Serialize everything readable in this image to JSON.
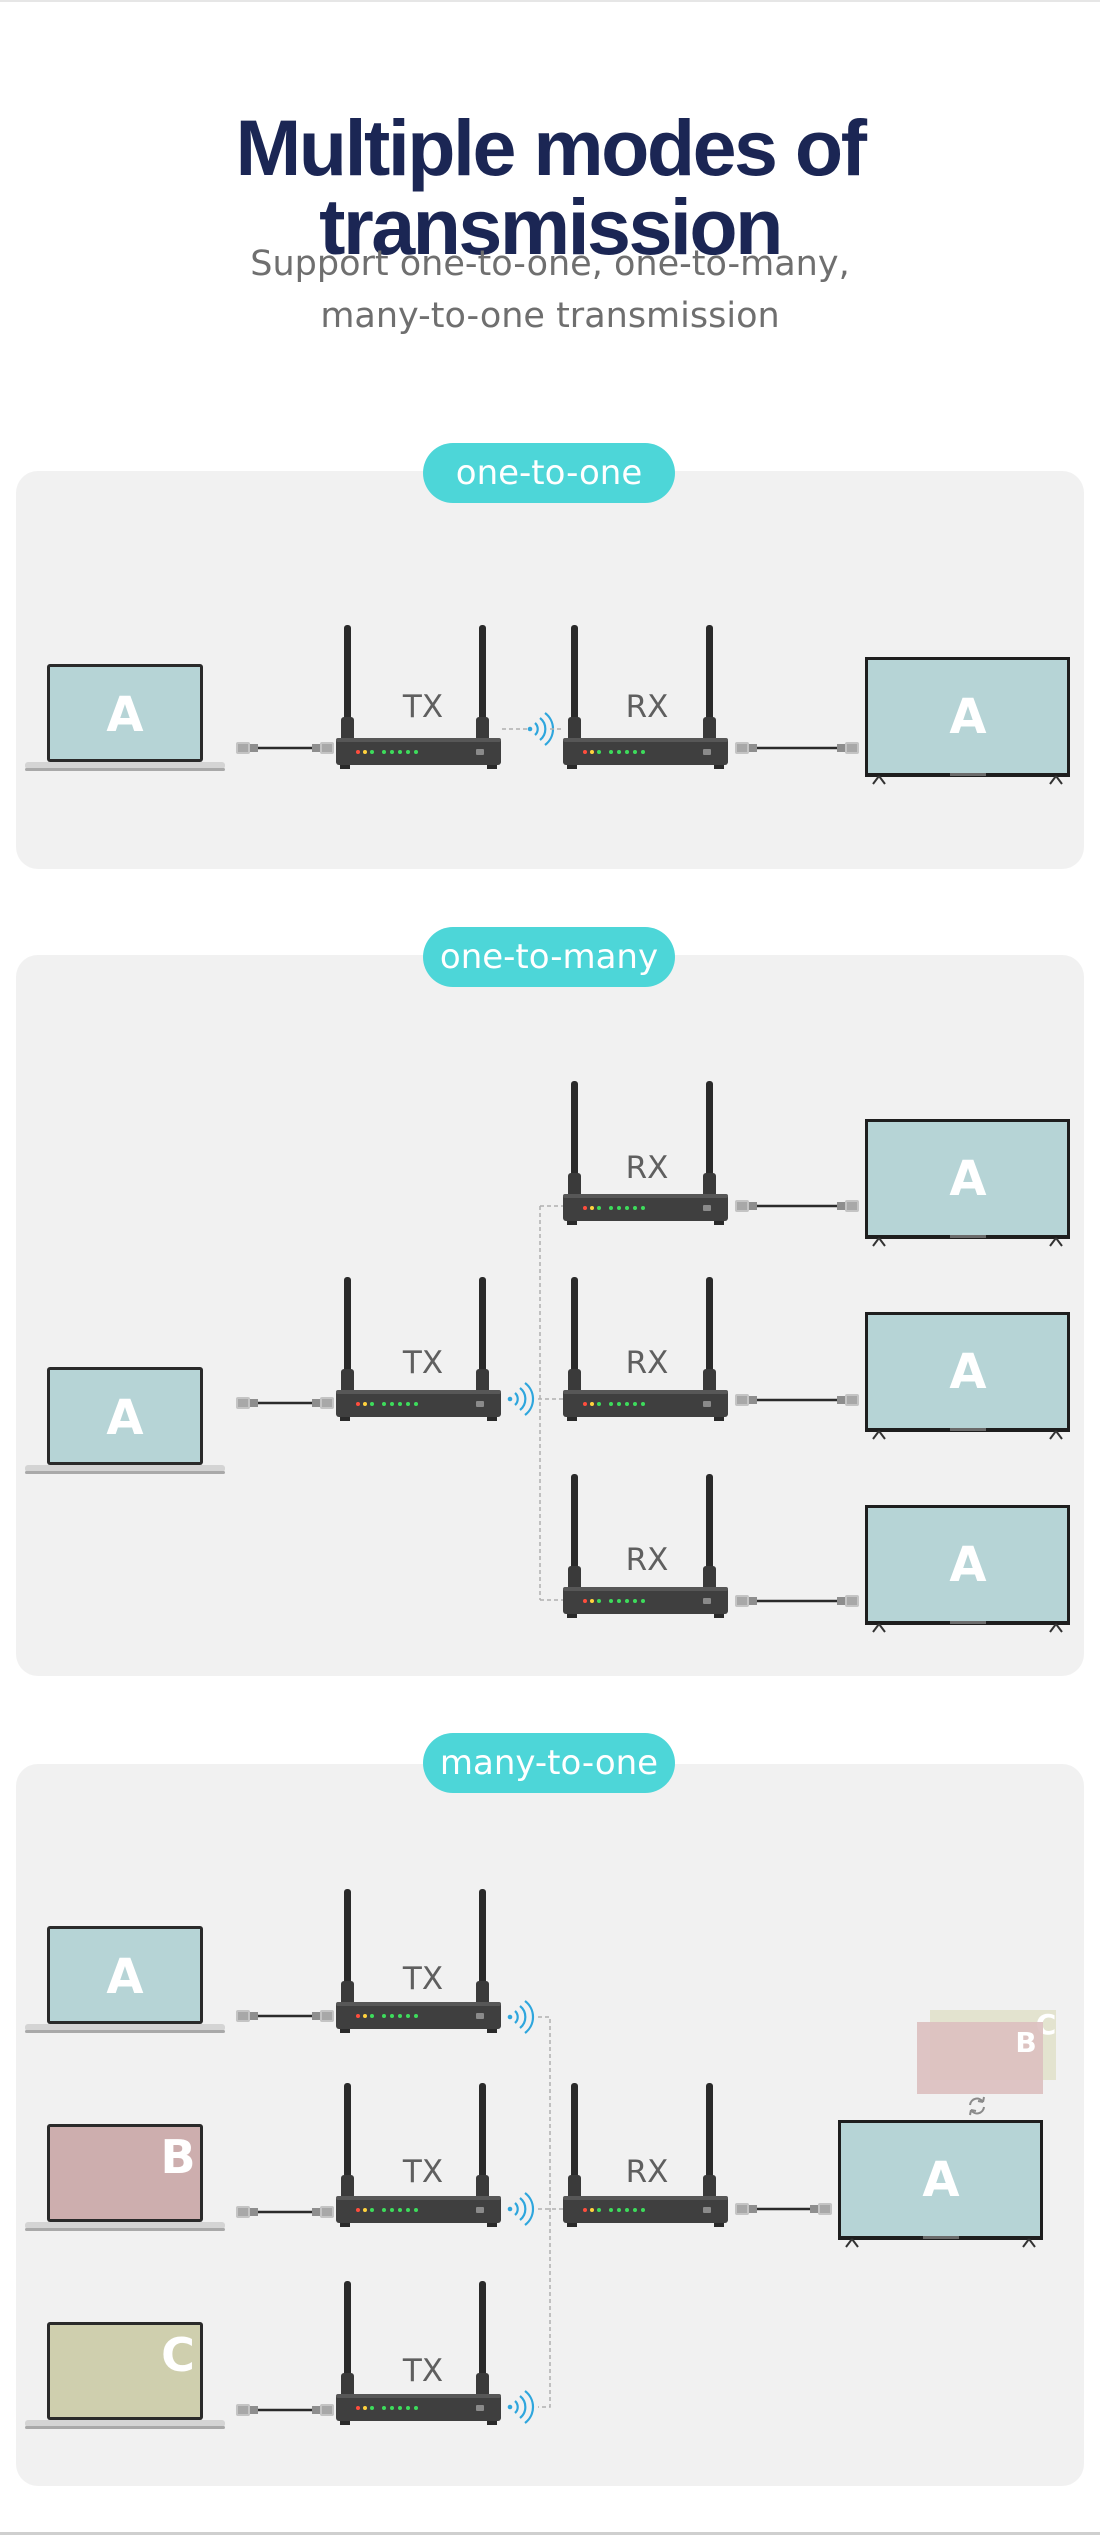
{
  "header": {
    "title": "Multiple modes of transmission",
    "subtitle_line1": "Support one-to-one, one-to-many,",
    "subtitle_line2": "many-to-one transmission"
  },
  "sections": [
    {
      "label": "one-to-one"
    },
    {
      "label": "one-to-many"
    },
    {
      "label": "many-to-one"
    }
  ],
  "devices": {
    "tx": "TX",
    "rx": "RX"
  },
  "sources": [
    "A",
    "B",
    "C"
  ],
  "colors": {
    "title": "#1b2654",
    "accent": "#4dd6d8",
    "panel": "#f1f1f1",
    "screen_a": "#b6d4d6",
    "screen_b": "#cdaeae",
    "screen_c": "#cfcfae",
    "wifi": "#2ea6dd",
    "device": "#3f3f3f"
  }
}
